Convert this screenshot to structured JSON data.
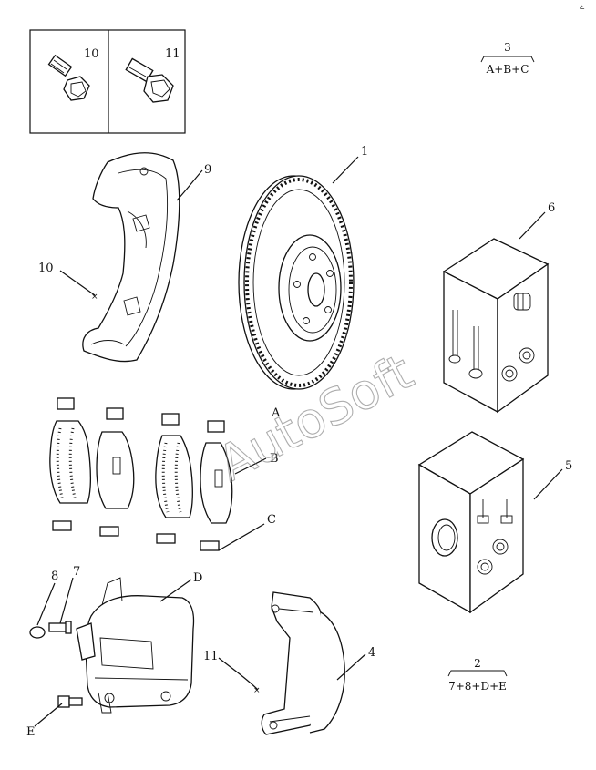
{
  "callouts": {
    "c1": "1",
    "c4": "4",
    "c5": "5",
    "c6": "6",
    "c7": "7",
    "c8": "8",
    "c9": "9",
    "c10_box": "10",
    "c11_box": "11",
    "c10": "10",
    "c11": "11",
    "cA": "A",
    "cB": "B",
    "cC": "C",
    "cD": "D",
    "cE": "E"
  },
  "kits": {
    "kit3_number": "3",
    "kit3_contents": "A+B+C",
    "kit2_number": "2",
    "kit2_contents": "7+8+D+E"
  },
  "watermark": "AutoSoft",
  "corner_mark": "ے"
}
